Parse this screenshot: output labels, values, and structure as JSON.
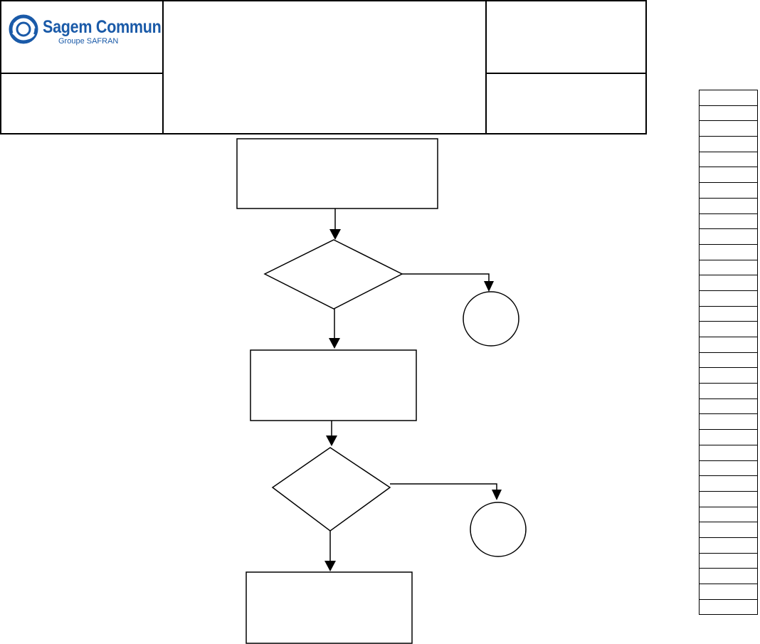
{
  "header": {
    "logo": {
      "name": "Sagem Communication",
      "subtitle": "Groupe SAFRAN",
      "color": "#1a5aa8"
    }
  },
  "flowchart": {
    "line_color": "#000000"
  },
  "side_table": {
    "row_count": 34
  }
}
